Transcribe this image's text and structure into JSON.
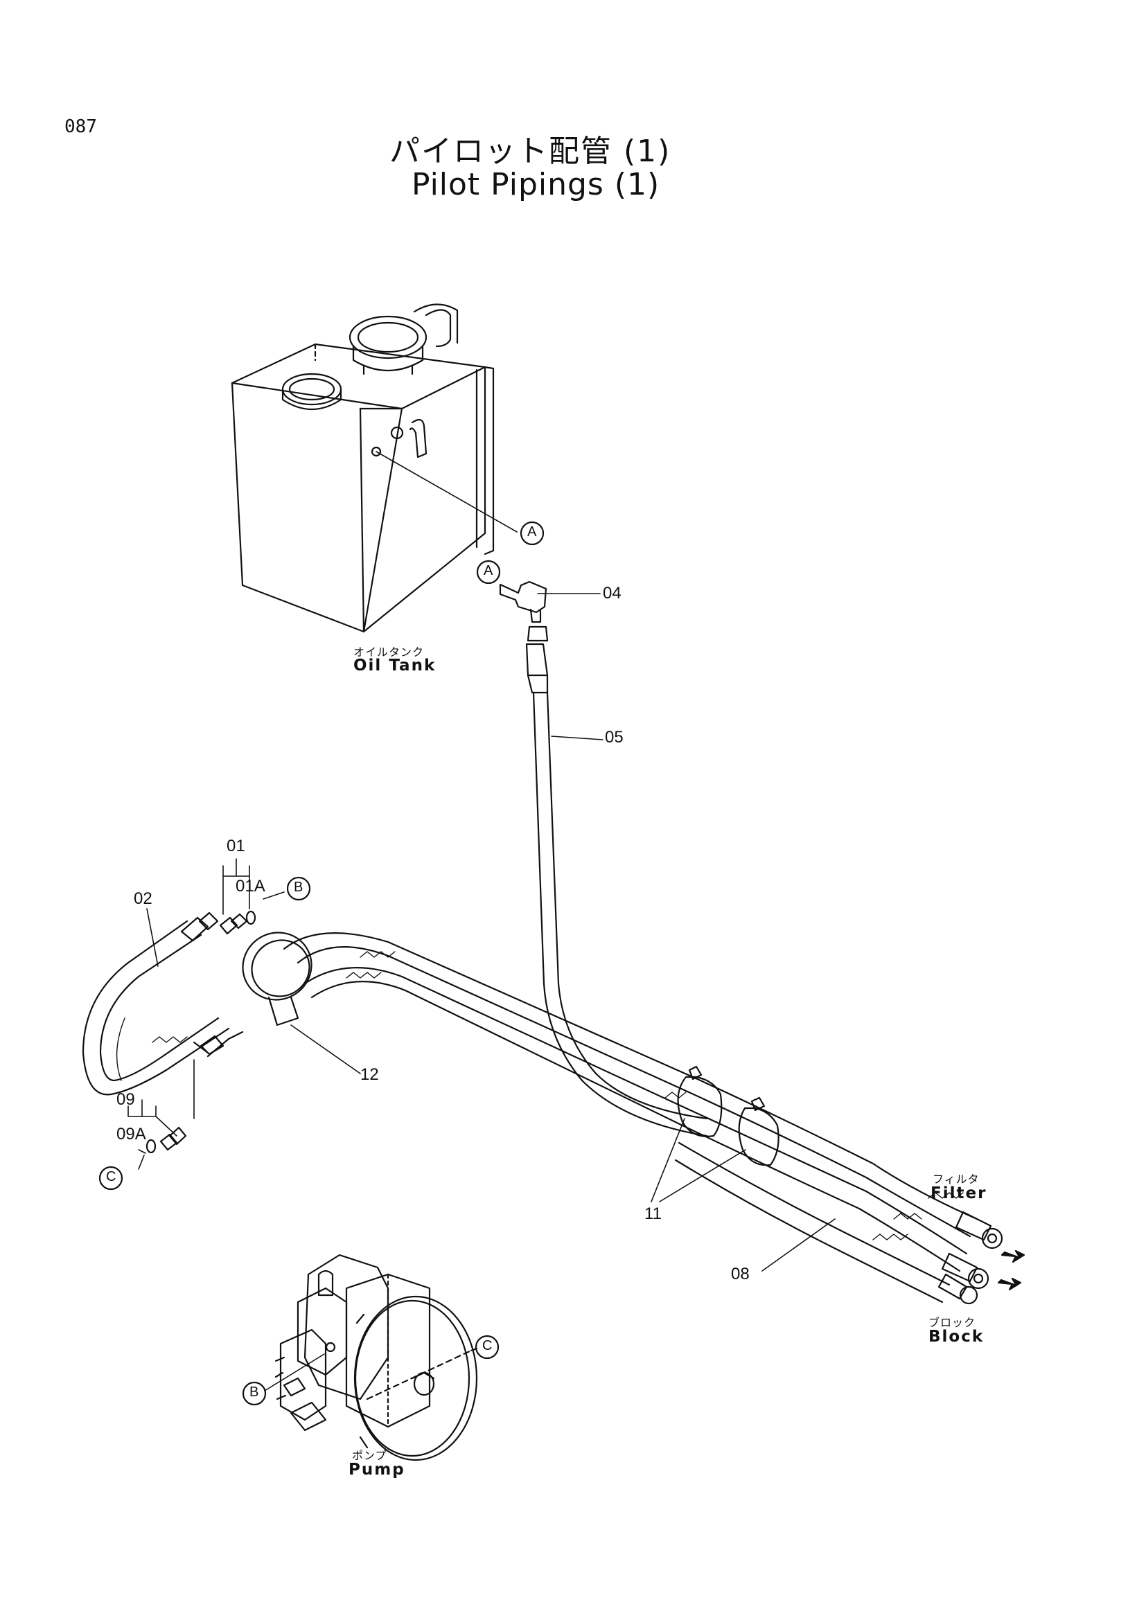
{
  "header": {
    "page_number": "087",
    "title_ja": "パイロット配管 (1)",
    "title_en": "Pilot Pipings (1)"
  },
  "components": {
    "oil_tank": {
      "label_ja": "オイルタンク",
      "label_en": "Oil Tank"
    },
    "pump": {
      "label_ja": "ポンプ",
      "label_en": "Pump"
    },
    "filter": {
      "label_ja": "フィルタ",
      "label_en": "Filter"
    },
    "block": {
      "label_ja": "ブロック",
      "label_en": "Block"
    }
  },
  "part_numbers": {
    "p01": "01",
    "p01a": "01A",
    "p02": "02",
    "p04": "04",
    "p05": "05",
    "p08": "08",
    "p09": "09",
    "p09a": "09A",
    "p11": "11",
    "p12": "12"
  },
  "connection_markers": {
    "a": "A",
    "b": "B",
    "c": "C"
  }
}
